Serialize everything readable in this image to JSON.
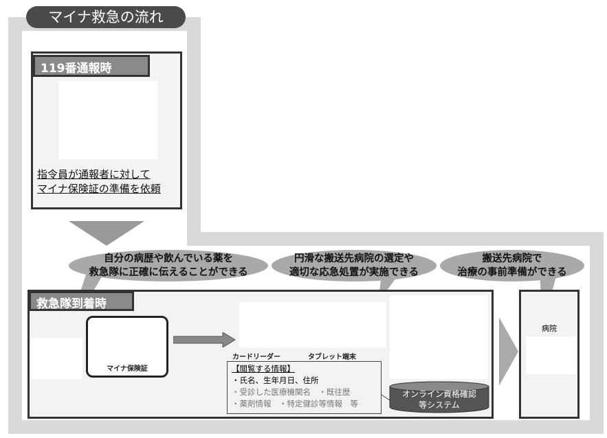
{
  "title": "マイナ救急の流れ",
  "call": {
    "header": "119番通報時",
    "text1": "指令員が通報者に対して",
    "text2": "マイナ保険証の準備を依頼"
  },
  "bubbles": [
    {
      "line1": "自分の病歴や飲んでいる薬を",
      "line2": "救急隊に正確に伝えることができる"
    },
    {
      "line1": "円滑な搬送先病院の選定や",
      "line2": "適切な応急処置が実施できる"
    },
    {
      "line1": "搬送先病院で",
      "line2": "治療の事前準備ができる"
    }
  ],
  "arrival": {
    "header": "救急隊到着時",
    "card": "マイナ保険証",
    "reader": "カードリーダー",
    "tablet": "タブレット端末",
    "info": {
      "title": "【閲覧する情報】",
      "items": [
        "・氏名、生年月日、住所",
        "・受診した医療機関名　・既往歴",
        "・薬剤情報　・特定健診等情報　等"
      ]
    },
    "system": {
      "line1": "オンライン資格確認",
      "line2": "等システム"
    }
  },
  "hospital": {
    "label": "病院"
  },
  "colors": {
    "frame": "#d9d9d9",
    "dark": "#333333",
    "bubble": "#a9a9a9"
  }
}
